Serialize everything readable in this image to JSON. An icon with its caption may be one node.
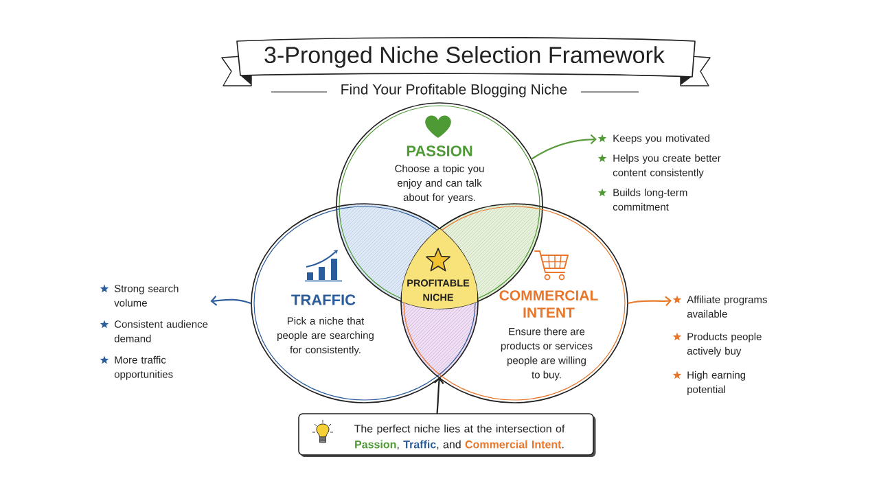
{
  "diagram": {
    "title": "3-Pronged Niche Selection Framework",
    "nodes": [
      {
        "text": [
          "PASSION",
          "Choose a topic you enjoy and can talk about for years."
        ]
      },
      {
        "text": [
          "TRAFFIC",
          "Pick a niche that people are searching for consistently."
        ]
      },
      {
        "text": [
          "COMMERCIAL INTENT",
          "Ensure there are products or services people are willing to buy."
        ]
      },
      {
        "text": [
          "PROFITABLE NICHE"
        ]
      },
      {
        "text": [
          "Keeps you motivated",
          "Helps you create better content consistently",
          "Builds long-term commitment"
        ]
      },
      {
        "text": [
          "Strong search volume",
          "Consistent audience demand",
          "More traffic opportunities"
        ]
      },
      {
        "text": [
          "Affiliate programs available",
          "Products people actively buy",
          "High earning potential"
        ]
      },
      {
        "text": [
          "The perfect niche lies at the intersection of **Passion**, **Traffic**, and **Commercial Intent**."
        ]
      },
      {
        "text": [],
        "shape": "lens"
      },
      {
        "text": [],
        "shape": "lens"
      },
      {
        "text": [],
        "shape": "lens"
      }
    ],
    "edges": [
      {
        "from": 0,
        "to": 4,
        "arrow": "to",
        "color": "#5b9b3c"
      },
      {
        "from": 1,
        "to": 5,
        "arrow": "to",
        "color": "#2f5f9e"
      },
      {
        "from": 2,
        "to": 6,
        "arrow": "to",
        "color": "#e97b2c"
      },
      {
        "from": 7,
        "to": 10,
        "arrow": "to",
        "color": "#222222"
      }
    ],
    "labels": [
      "Find Your Profitable Blogging Niche"
    ]
  }
}
